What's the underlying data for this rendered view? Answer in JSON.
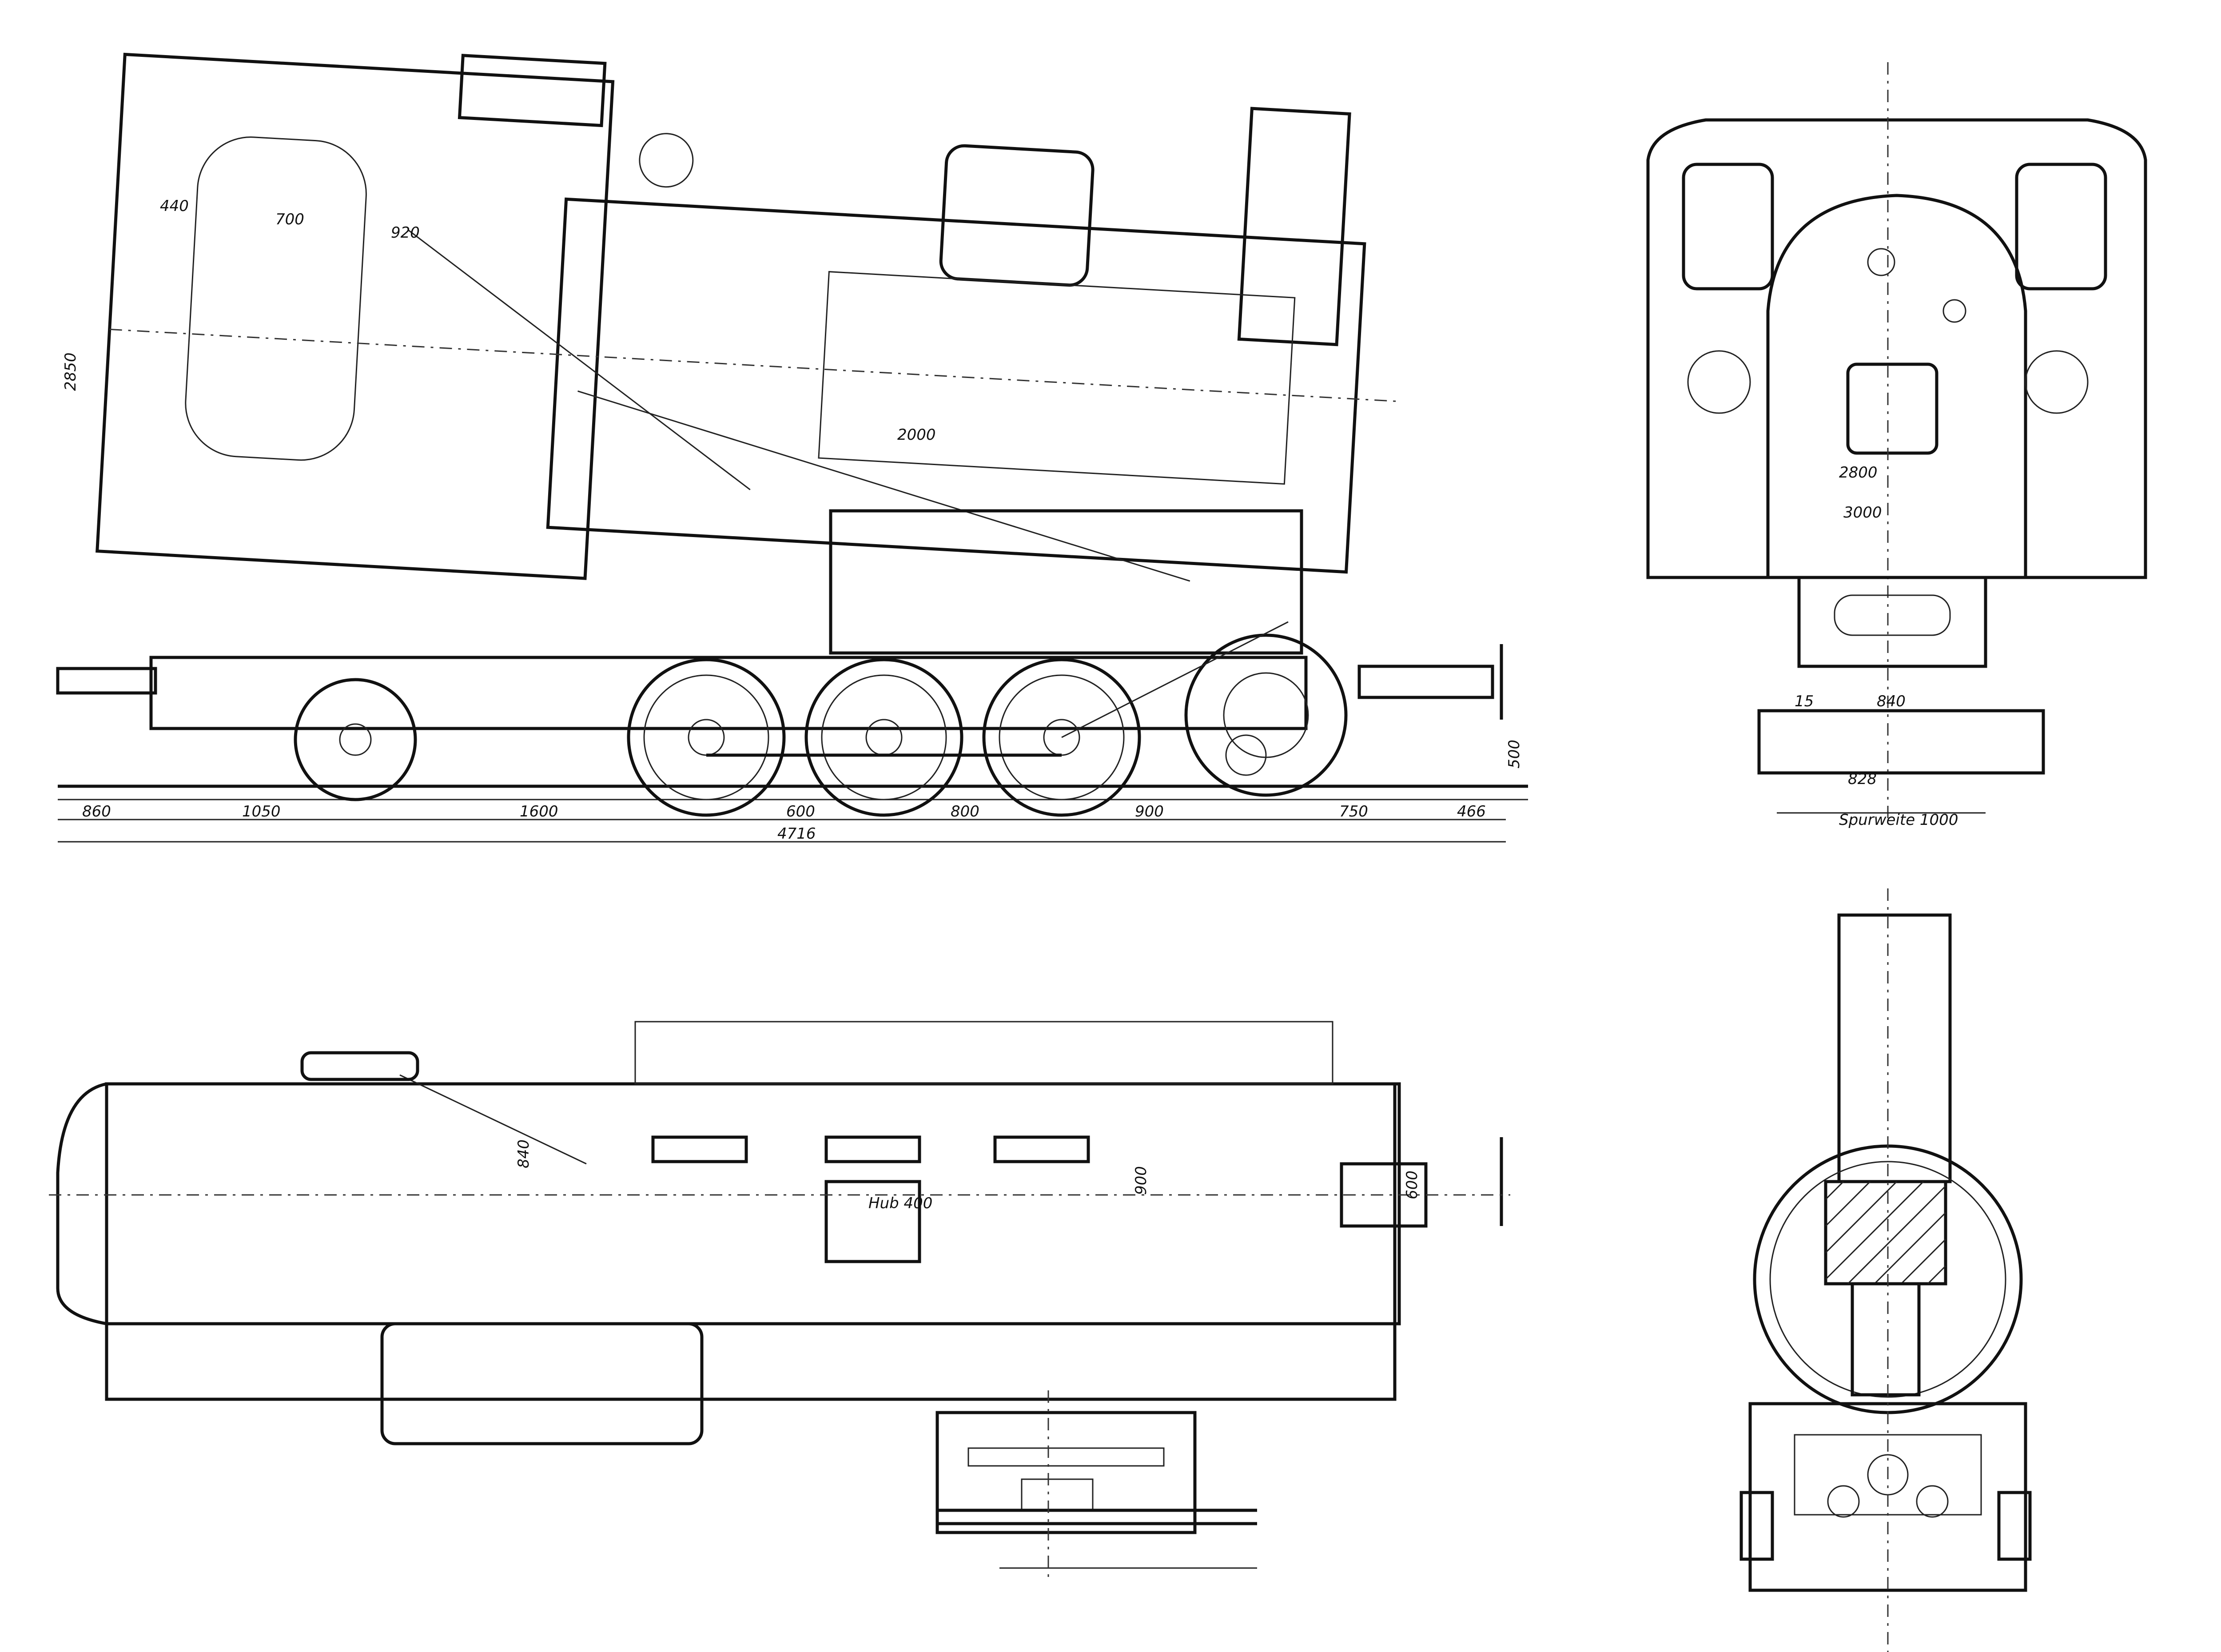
{
  "drawing": {
    "side_view": {
      "dims_bottom": [
        "860",
        "1050",
        "1600",
        "600",
        "800",
        "900",
        "750",
        "466"
      ],
      "overall_length": "4716",
      "dims_body": [
        "440",
        "700",
        "920",
        "2000",
        "2850",
        "500"
      ]
    },
    "front_view": {
      "dims": [
        "2800",
        "3000",
        "840",
        "15",
        "828",
        "Spurweite 1000"
      ]
    },
    "plan_view": {
      "dims": [
        "840",
        "Hub 400",
        "900",
        "600"
      ]
    }
  },
  "colors": {
    "ink": "#111111",
    "paper": "#ffffff"
  }
}
